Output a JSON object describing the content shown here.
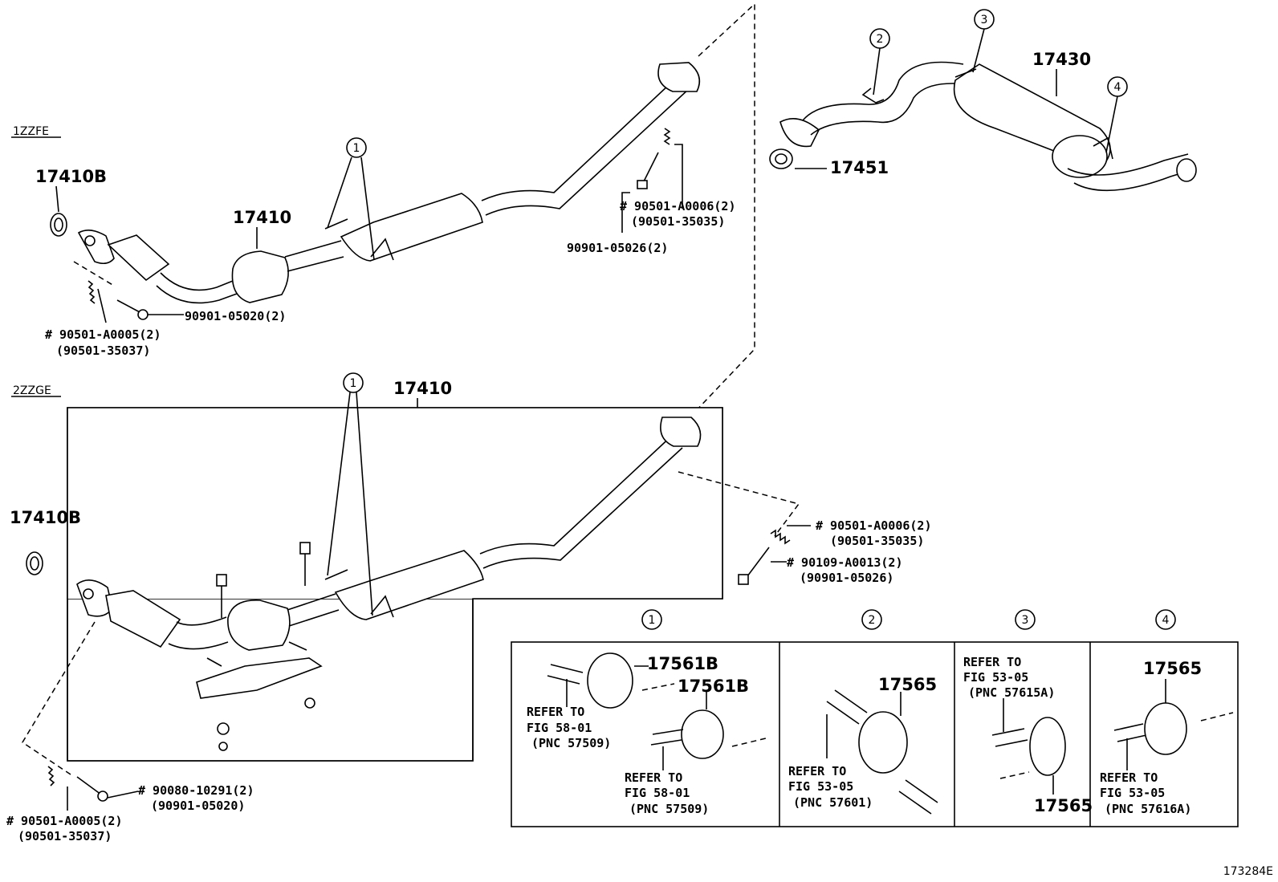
{
  "figure_id": "173284E",
  "sections": {
    "top_engine": "1ZZFE",
    "bottom_engine": "2ZZGE"
  },
  "part_labels": {
    "gasket_top": "17410B",
    "gasket_bottom": "17410B",
    "front_pipe_top": "17410",
    "front_pipe_bottom": "17410",
    "tail_pipe": "17430",
    "gasket_tail": "17451"
  },
  "hardware": {
    "top_spring_left": "# 90501-A0005(2)",
    "top_spring_left_alt": "(90501-35037)",
    "top_bolt_left": "90901-05020(2)",
    "top_spring_right": "# 90501-A0006(2)",
    "top_spring_right_alt": "(90501-35035)",
    "top_bolt_right": "90901-05026(2)",
    "mid_spring_right": "# 90501-A0006(2)",
    "mid_spring_right_alt": "(90501-35035)",
    "mid_bolt_right": "# 90109-A0013(2)",
    "mid_bolt_right_alt": "(90901-05026)",
    "bottom_bolt_left": "# 90080-10291(2)",
    "bottom_bolt_left_alt": "(90901-05020)",
    "bottom_spring_left": "# 90501-A0005(2)",
    "bottom_spring_left_alt": "(90501-35037)"
  },
  "callouts": {
    "c1": "1",
    "c2": "2",
    "c3": "3",
    "c4": "4"
  },
  "detail_boxes": [
    {
      "number": "1",
      "parts": [
        "17561B",
        "17561B"
      ],
      "refs": [
        {
          "l1": "REFER TO",
          "l2": "FIG 58-01",
          "l3": "(PNC 57509)"
        },
        {
          "l1": "REFER TO",
          "l2": "FIG 58-01",
          "l3": "(PNC 57509)"
        }
      ]
    },
    {
      "number": "2",
      "parts": [
        "17565"
      ],
      "refs": [
        {
          "l1": "REFER TO",
          "l2": "FIG 53-05",
          "l3": "(PNC 57601)"
        }
      ]
    },
    {
      "number": "3",
      "parts": [
        "17565"
      ],
      "refs": [
        {
          "l1": "REFER TO",
          "l2": "FIG 53-05",
          "l3": "(PNC 57615A)"
        }
      ]
    },
    {
      "number": "4",
      "parts": [
        "17565"
      ],
      "refs": [
        {
          "l1": "REFER TO",
          "l2": "FIG 53-05",
          "l3": "(PNC 57616A)"
        }
      ]
    }
  ]
}
